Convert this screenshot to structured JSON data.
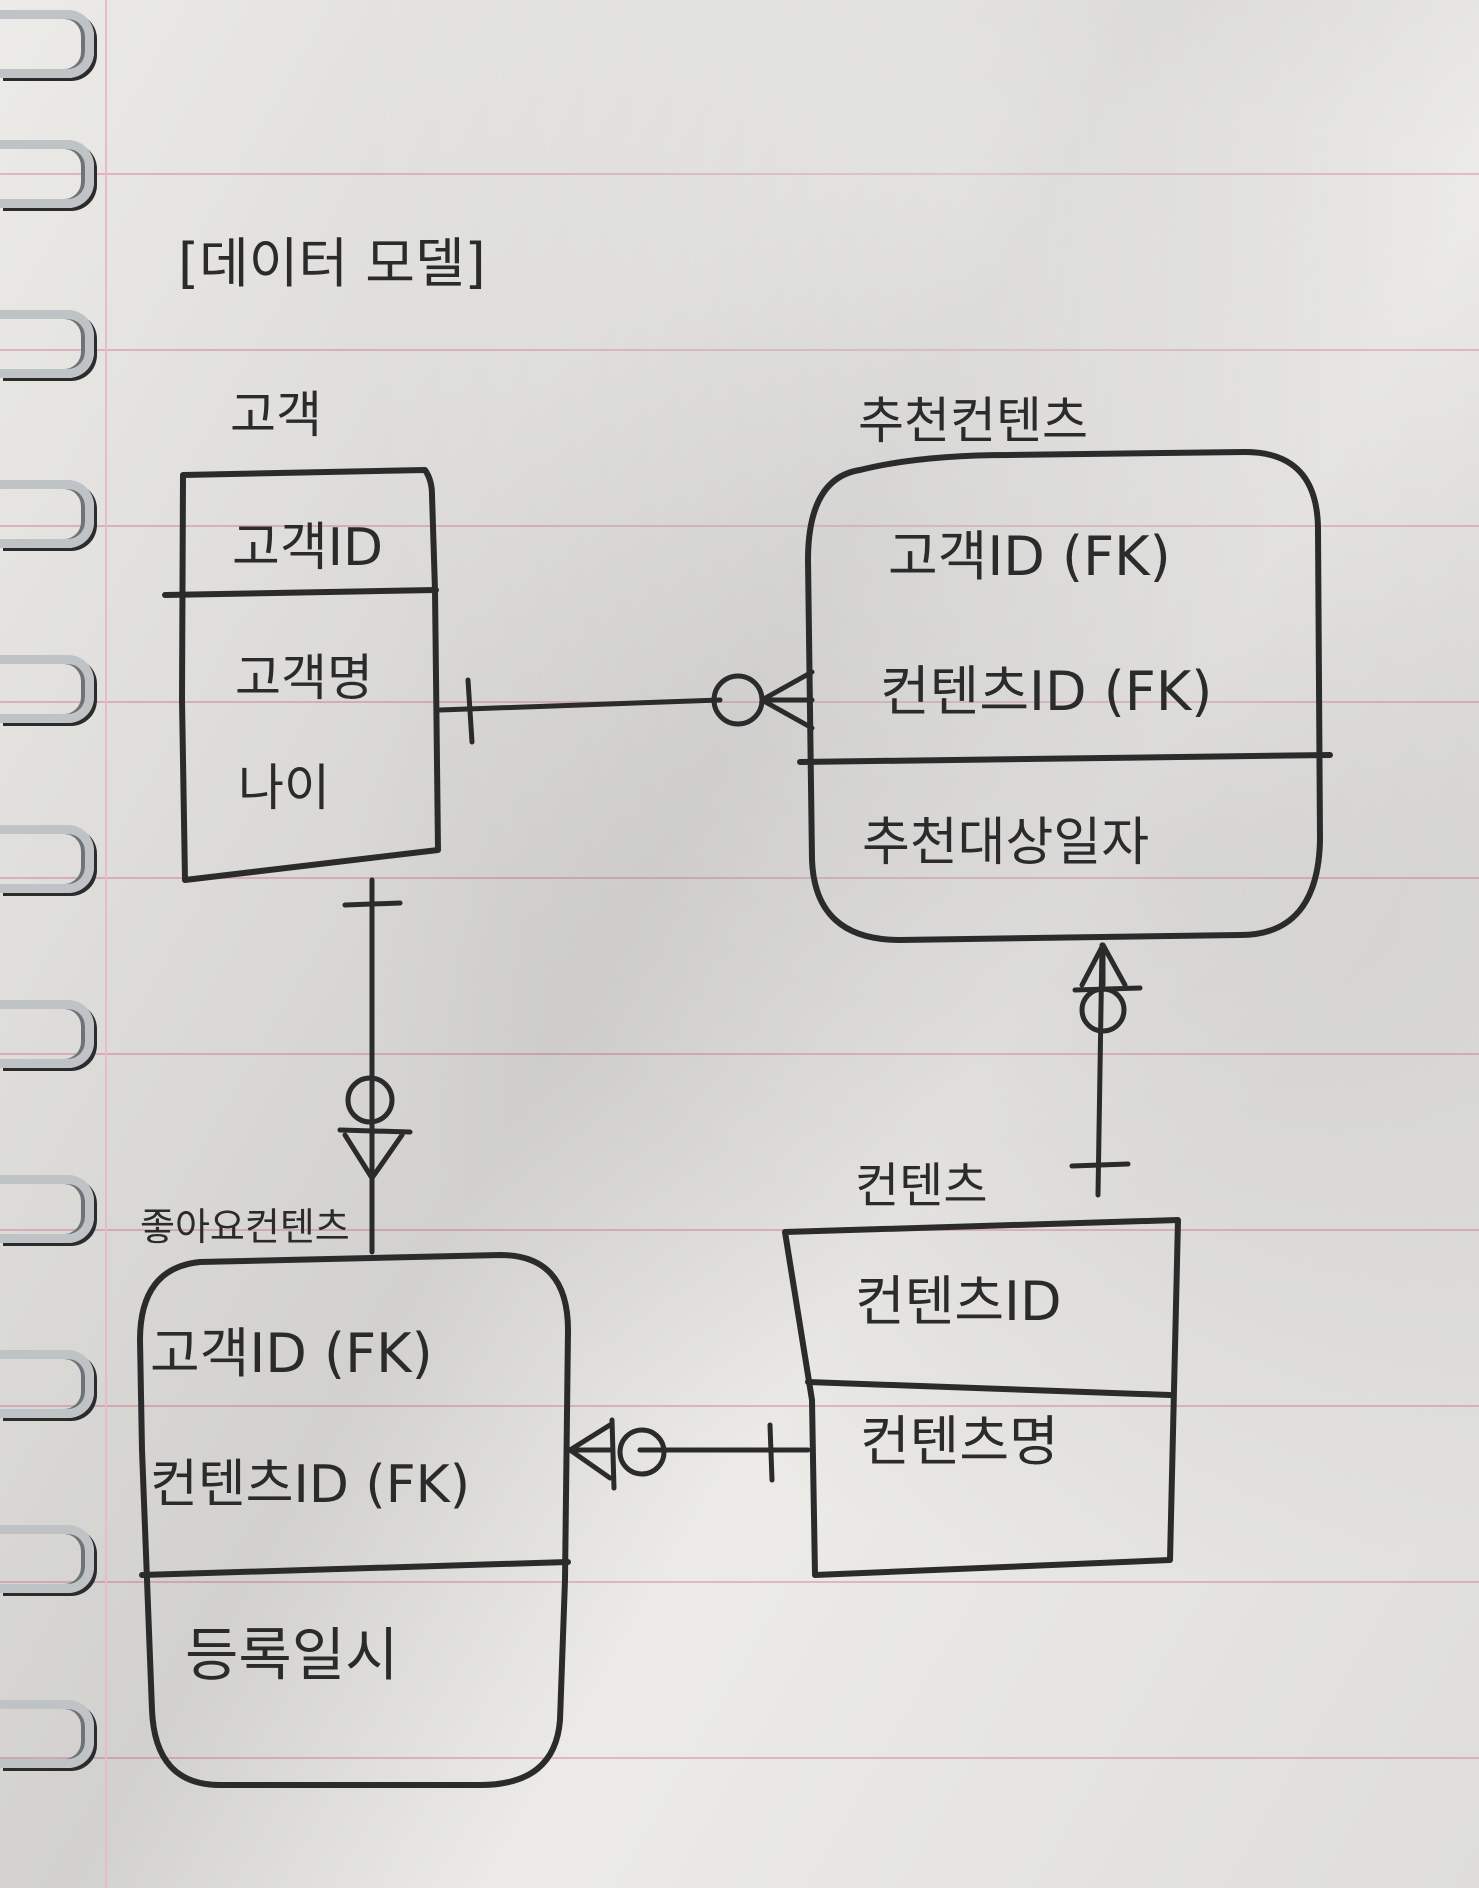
{
  "diagram_title": "[데이터 모델]",
  "entities": {
    "customer": {
      "name": "고객",
      "key": "고객ID",
      "attributes": [
        "고객명",
        "나이"
      ]
    },
    "recommended": {
      "name": "추천컨텐츠",
      "keys": [
        "고객ID (FK)",
        "컨텐츠ID (FK)"
      ],
      "attributes": [
        "추천대상일자"
      ]
    },
    "liked": {
      "name": "좋아요컨텐츠",
      "keys": [
        "고객ID (FK)",
        "컨텐츠ID (FK)"
      ],
      "attributes": [
        "등록일시"
      ]
    },
    "content": {
      "name": "컨텐츠",
      "key": "컨텐츠ID",
      "attributes": [
        "컨텐츠명"
      ]
    }
  },
  "relationships": [
    {
      "from": "고객",
      "to": "추천컨텐츠",
      "from_cardinality": "one",
      "to_cardinality": "zero-or-many"
    },
    {
      "from": "고객",
      "to": "좋아요컨텐츠",
      "from_cardinality": "one",
      "to_cardinality": "zero-or-many"
    },
    {
      "from": "컨텐츠",
      "to": "추천컨텐츠",
      "from_cardinality": "one",
      "to_cardinality": "zero-or-many"
    },
    {
      "from": "컨텐츠",
      "to": "좋아요컨텐츠",
      "from_cardinality": "one",
      "to_cardinality": "zero-or-many"
    }
  ]
}
